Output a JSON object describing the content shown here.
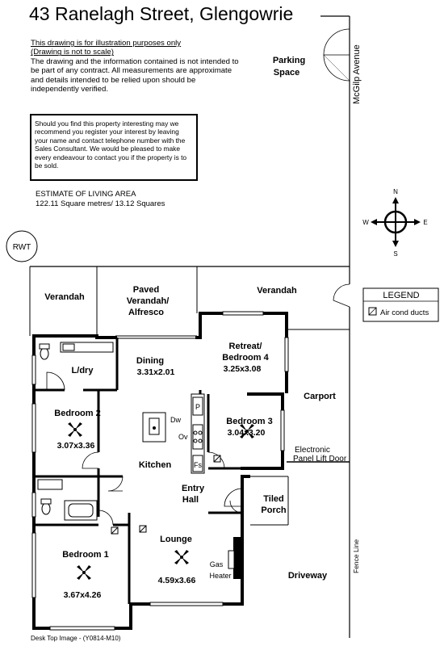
{
  "title": "43 Ranelagh Street, Glengowrie",
  "disclaimer": {
    "line1": "This drawing is for illustration purposes only",
    "line2": "(Drawing is not to scale)",
    "body": "The drawing and the information contained is not intended to be part of any contract.  All measurements are approximate and details intended to be relied upon should be independently verified."
  },
  "contact_box": {
    "text": "Should you find this property interesting may we recommend you register your interest by leaving your name and contact telephone number with the Sales Consultant. We would be pleased to make every endeavour to contact you if the property is to be sold."
  },
  "living_area": {
    "heading": "ESTIMATE OF LIVING AREA",
    "value": "122.11 Square metres/  13.12 Squares"
  },
  "compass": {
    "n": "N",
    "s": "S",
    "e": "E",
    "w": "W"
  },
  "rwt": "RWT",
  "street": "McGilp Avenue",
  "fence_line": "Fence Line",
  "parking": {
    "line1": "Parking",
    "line2": "Space"
  },
  "legend": {
    "title": "LEGEND",
    "item": "Air cond ducts"
  },
  "rooms": {
    "verandah_left": "Verandah",
    "paved1": "Paved",
    "paved2": "Verandah/",
    "paved3": "Alfresco",
    "verandah_right": "Verandah",
    "retreat1": "Retreat/",
    "retreat2": "Bedroom 4",
    "retreat_dim": "3.25x3.08",
    "laundry": "L/dry",
    "dining": "Dining",
    "dining_dim": "3.31x2.01",
    "carport": "Carport",
    "bedroom2": "Bedroom 2",
    "bedroom2_dim": "3.07x3.36",
    "bedroom3": "Bedroom 3",
    "bedroom3_dim": "3.04x3.20",
    "kitchen": "Kitchen",
    "dw": "Dw",
    "ov": "Ov",
    "p": "P",
    "fs": "Fs",
    "panel1": "Electronic",
    "panel2": "Panel Lift Door",
    "entry1": "Entry",
    "entry2": "Hall",
    "porch1": "Tiled",
    "porch2": "Porch",
    "lounge": "Lounge",
    "lounge_dim": "4.59x3.66",
    "gas1": "Gas",
    "gas2": "Heater",
    "bedroom1": "Bedroom 1",
    "bedroom1_dim": "3.67x4.26",
    "driveway": "Driveway"
  },
  "footer": "Desk Top Image -   (Y0814-M10)"
}
